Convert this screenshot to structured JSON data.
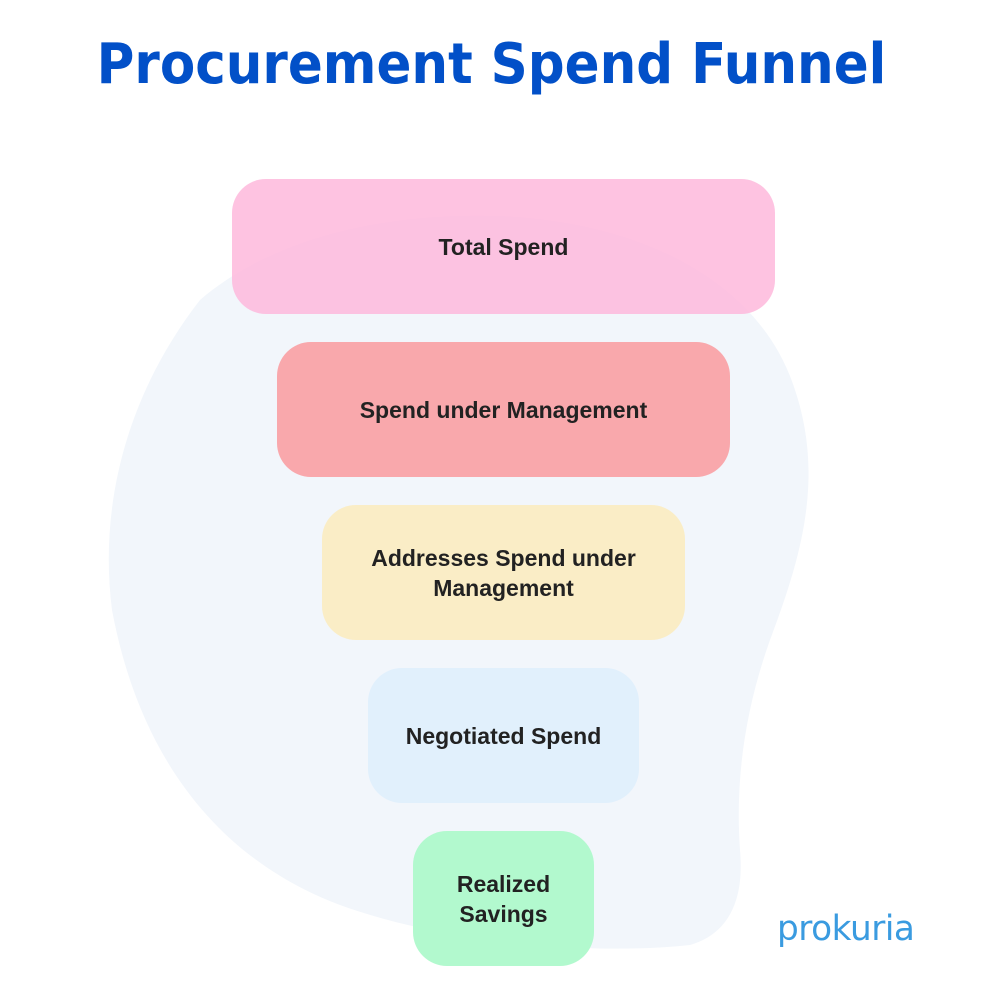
{
  "title": "Procurement Spend Funnel",
  "colors": {
    "title": "#0250C8",
    "background_blob": "#F2F6FB",
    "stage_text": "#222222",
    "logo": "#3A9BE0"
  },
  "funnel": {
    "stages": [
      {
        "label": "Total Spend",
        "color": "#FEC1DF"
      },
      {
        "label": "Spend under Management",
        "color": "#F9A8AC"
      },
      {
        "label": "Addresses Spend under Management",
        "color": "#FAEDC6"
      },
      {
        "label": "Negotiated Spend",
        "color": "#E1F0FC"
      },
      {
        "label": "Realized Savings",
        "color": "#B2F8CD"
      }
    ]
  },
  "logo": {
    "text": "prokuria"
  }
}
